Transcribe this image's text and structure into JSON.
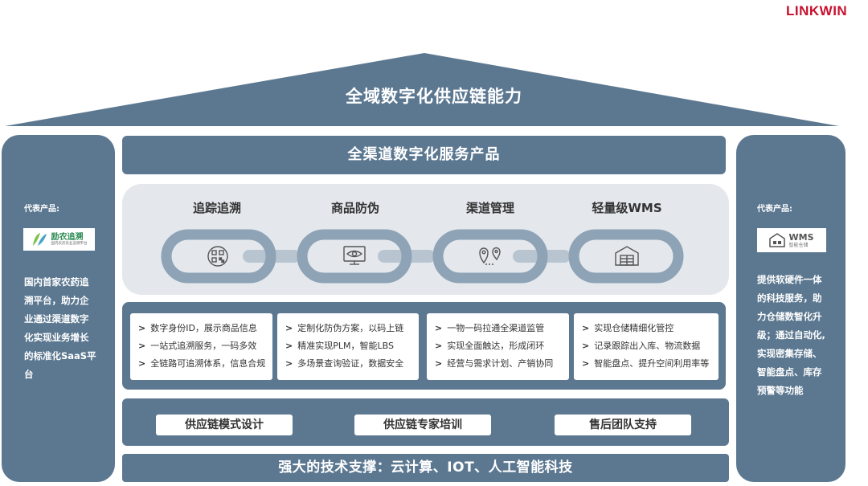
{
  "brand": "LINKWIN",
  "roof_title": "全域数字化供应链能力",
  "top_band": "全渠道数字化服务产品",
  "left_pillar": {
    "rep_label": "代表产品:",
    "logo_text": "励农追溯",
    "logo_subtext": "国内农药农业追溯平台",
    "description_lines": [
      "国内首家农药追",
      "溯平台，助力企",
      "业通过渠道数字",
      "化实现业务增长",
      "的标准化SaaS平",
      "台"
    ]
  },
  "right_pillar": {
    "rep_label": "代表产品:",
    "logo_text": "WMS",
    "logo_subtext": "智能仓储",
    "description_lines": [
      "提供软硬件一体",
      "的科技服务，助",
      "力仓储数智化升",
      "级；通过自动化,",
      "实现密集存储、",
      "智能盘点、库存",
      "预警等功能"
    ]
  },
  "categories": [
    {
      "label": "追踪追溯",
      "icon": "qr-code-icon"
    },
    {
      "label": "商品防伪",
      "icon": "monitor-eye-icon"
    },
    {
      "label": "渠道管理",
      "icon": "route-pin-icon"
    },
    {
      "label": "轻量级WMS",
      "icon": "warehouse-icon"
    }
  ],
  "feature_cards": [
    {
      "lines": [
        "数字身份ID，展示商品信息",
        "一站式追溯服务，一码多效",
        "全链路可追溯体系，信息合规"
      ]
    },
    {
      "lines": [
        "定制化防伪方案，以码上链",
        "精准实现PLM，智能LBS",
        "多场景查询验证，数据安全"
      ]
    },
    {
      "lines": [
        "一物一码拉通全渠道监管",
        "实现全面触达，形成闭环",
        "经营与需求计划、产销协同"
      ]
    },
    {
      "lines": [
        "实现仓储精细化管控",
        "记录跟踪出入库、物流数据",
        "智能盘点、提升空间利用率等"
      ]
    }
  ],
  "services": [
    "供应链模式设计",
    "供应链专家培训",
    "售后团队支持"
  ],
  "bottom_band": "强大的技术支撑：云计算、IOT、人工智能科技",
  "colors": {
    "slate": "#5c7891",
    "chain": "#8ea3b6",
    "panel": "#e4e8ed",
    "brand": "#c8102e"
  }
}
